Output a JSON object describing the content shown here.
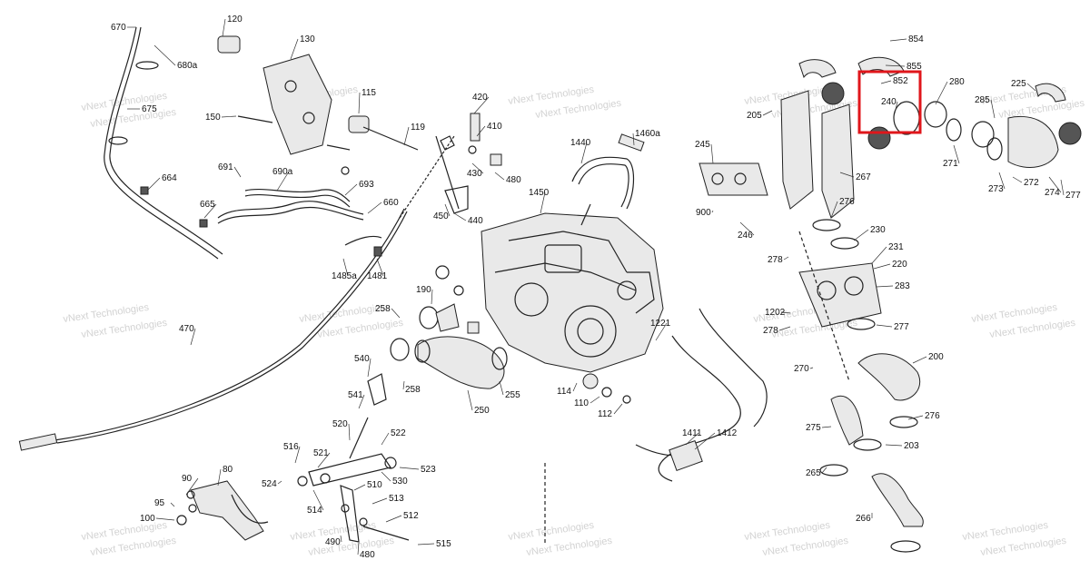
{
  "diagram": {
    "watermark": "vNext Technologies",
    "highlight_color": "#e0161b",
    "labels": [
      "670",
      "120",
      "130",
      "680a",
      "675",
      "115",
      "150",
      "119",
      "664",
      "691",
      "690a",
      "665",
      "693",
      "660",
      "1485a",
      "1481",
      "470",
      "420",
      "410",
      "430",
      "480",
      "440",
      "450",
      "1450",
      "1440",
      "1460a",
      "190",
      "258",
      "540",
      "541",
      "520",
      "522",
      "258",
      "250",
      "255",
      "516",
      "521",
      "530",
      "523",
      "524",
      "514",
      "510",
      "513",
      "512",
      "515",
      "490",
      "480",
      "90",
      "80",
      "95",
      "100",
      "114",
      "110",
      "112",
      "1221",
      "1411",
      "1412",
      "854",
      "855",
      "852",
      "240",
      "280",
      "225",
      "285",
      "205",
      "245",
      "900",
      "246",
      "267",
      "276",
      "271",
      "273",
      "272",
      "274",
      "277",
      "278",
      "230",
      "231",
      "220",
      "283",
      "1202",
      "278",
      "277",
      "270",
      "200",
      "275",
      "276",
      "203",
      "265",
      "266"
    ]
  }
}
